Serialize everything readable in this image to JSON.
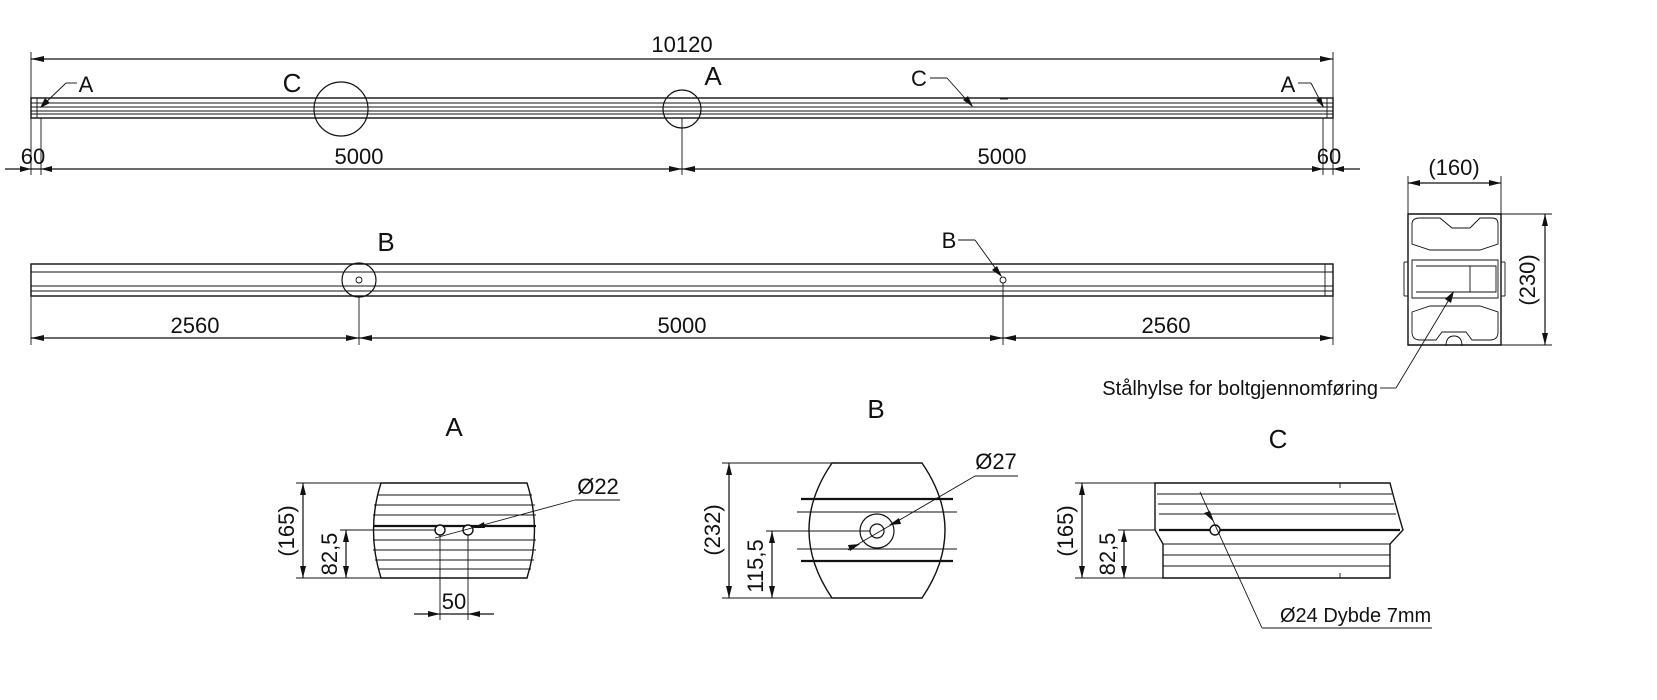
{
  "top_view": {
    "total_length": "10120",
    "left_segment": "5000",
    "right_segment": "5000",
    "left_end": "60",
    "right_end": "60",
    "marker_a_left": "A",
    "marker_a_center": "A",
    "marker_a_right": "A",
    "marker_c_circle": "C",
    "marker_c_leader": "C"
  },
  "side_view": {
    "left_segment": "2560",
    "center_segment": "5000",
    "right_segment": "2560",
    "marker_b_circle": "B",
    "marker_b_leader": "B"
  },
  "section_view": {
    "width": "(160)",
    "height": "(230)",
    "note": "Stålhylse for boltgjennomføring"
  },
  "detail_a": {
    "title": "A",
    "height": "(165)",
    "center_height": "82,5",
    "hole_spacing": "50",
    "hole_diameter": "Ø22"
  },
  "detail_b": {
    "title": "B",
    "height": "(232)",
    "center_height": "115,5",
    "hole_diameter": "Ø27"
  },
  "detail_c": {
    "title": "C",
    "height": "(165)",
    "center_height": "82,5",
    "hole_note": "Ø24 Dybde 7mm"
  }
}
